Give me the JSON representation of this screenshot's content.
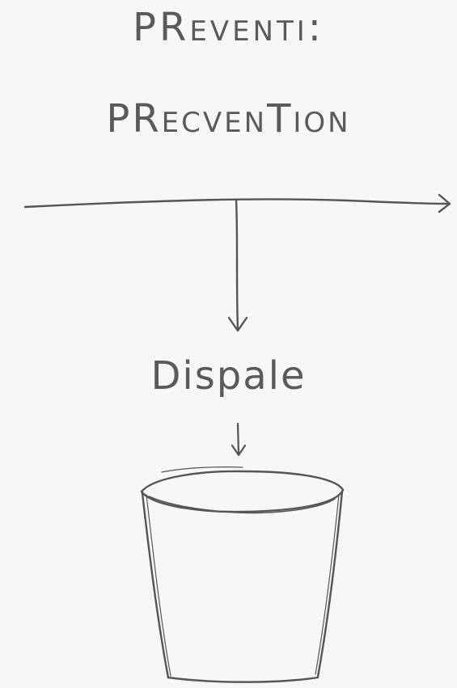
{
  "diagram": {
    "heading_line_1": "PReventi:",
    "heading_line_2": "PRecvenTion",
    "node_label": "Dispale",
    "elements": {
      "timeline": "horizontal-arrow",
      "drop_arrow": "down-arrow",
      "small_arrow": "down-arrow",
      "container": "bucket-icon"
    },
    "colors": {
      "ink": "#555553",
      "paper": "#f7f7f5"
    }
  }
}
